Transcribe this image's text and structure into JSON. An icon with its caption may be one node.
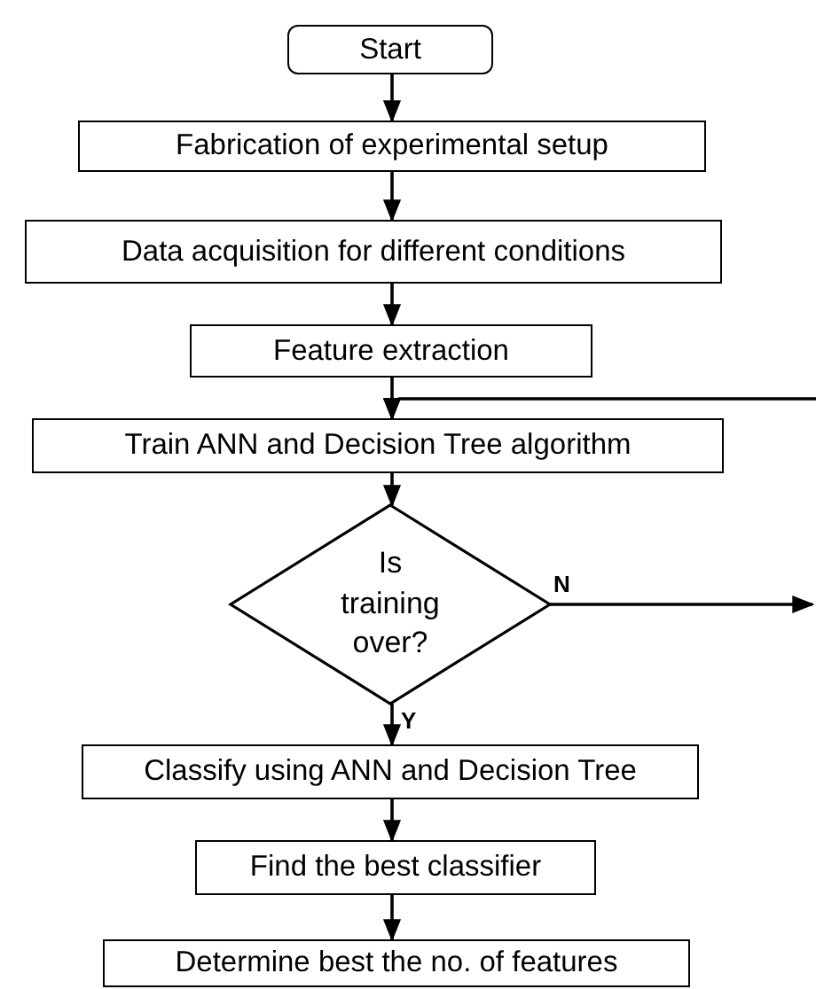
{
  "diagram": {
    "nodes": [
      {
        "text": [
          "Start"
        ]
      },
      {
        "text": [
          "Fabrication of experimental setup"
        ]
      },
      {
        "text": [
          "Data acquisition for different conditions"
        ]
      },
      {
        "text": [
          "Feature extraction"
        ]
      },
      {
        "text": [
          "Train ANN and Decision Tree algorithm"
        ]
      },
      {
        "text": [
          "Is training over?"
        ]
      },
      {
        "text": [
          "Classify using ANN and Decision Tree"
        ]
      },
      {
        "text": [
          "Find the best classifier"
        ]
      },
      {
        "text": [
          "Determine best the no. of features"
        ]
      }
    ],
    "edges": [
      {
        "from": 0,
        "to": 1,
        "arrow": "to"
      },
      {
        "from": 1,
        "to": 2,
        "arrow": "to"
      },
      {
        "from": 2,
        "to": 3,
        "arrow": "to"
      },
      {
        "from": 3,
        "to": 4,
        "arrow": "to"
      },
      {
        "from": 4,
        "to": 5,
        "arrow": "to"
      },
      {
        "from": 5,
        "to": null,
        "label": "N",
        "arrow": "to"
      },
      {
        "from": null,
        "to": 4,
        "arrow": "to"
      },
      {
        "from": 5,
        "to": 6,
        "label": "Y",
        "arrow": "to"
      },
      {
        "from": 6,
        "to": 7,
        "arrow": "to"
      },
      {
        "from": 7,
        "to": 8,
        "arrow": "to"
      }
    ]
  }
}
